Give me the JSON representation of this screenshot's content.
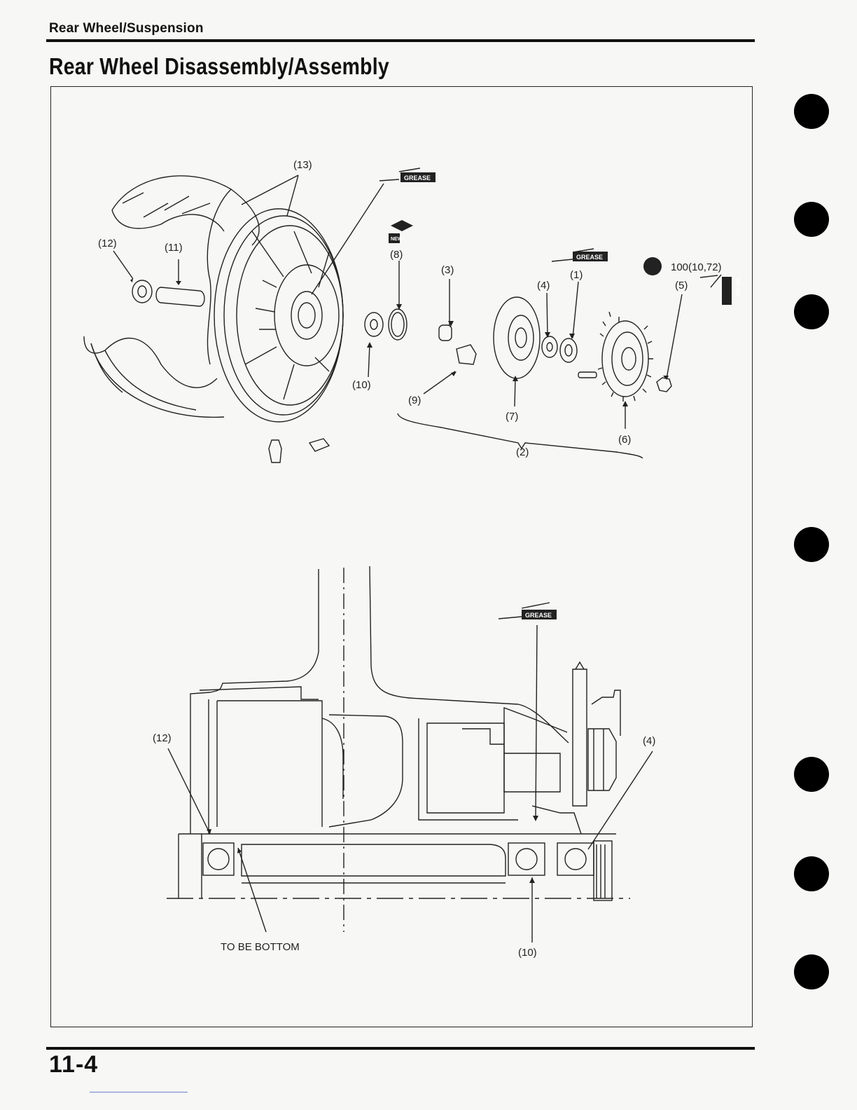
{
  "header": {
    "section": "Rear Wheel/Suspension",
    "title": "Rear Wheel Disassembly/Assembly"
  },
  "exploded_view": {
    "callouts": {
      "c1": "(1)",
      "c2": "(2)",
      "c3": "(3)",
      "c4": "(4)",
      "c5": "(5)",
      "c6": "(6)",
      "c7": "(7)",
      "c8": "(8)",
      "c9": "(9)",
      "c10": "(10)",
      "c11": "(11)",
      "c12": "(12)",
      "c13": "(13)"
    },
    "torque": "100(10,72)",
    "grease_tag": "GREASE",
    "new_tag": "NEW",
    "mo_oil_tag": "Mo OIL"
  },
  "section_view": {
    "callouts": {
      "c12": "(12)",
      "c4": "(4)",
      "c10": "(10)"
    },
    "note": "TO BE BOTTOM",
    "grease_tag": "GREASE"
  },
  "footer": {
    "page_number": "11-4"
  }
}
